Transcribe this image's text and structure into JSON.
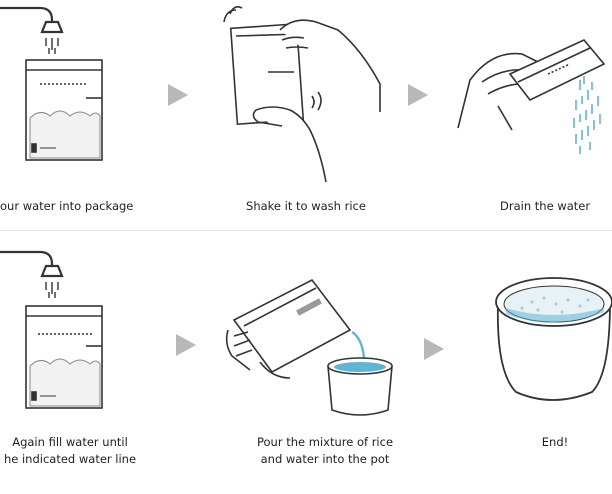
{
  "steps": [
    {
      "caption": "our water into package"
    },
    {
      "caption": "Shake it to wash rice"
    },
    {
      "caption": "Drain the water"
    },
    {
      "caption_lines": [
        "Again fill water until",
        "he indicated water line"
      ]
    },
    {
      "caption_lines": [
        "Pour the mixture of rice",
        "and water into the pot"
      ]
    },
    {
      "caption": "End!"
    }
  ],
  "colors": {
    "water": "#5fb6d4",
    "line": "#333333",
    "arrow": "#b8b8b8"
  },
  "icons": [
    "faucet-icon",
    "rice-package-icon",
    "hands-shaking-package-icon",
    "pouring-water-icon",
    "rice-cooker-pot-icon"
  ]
}
